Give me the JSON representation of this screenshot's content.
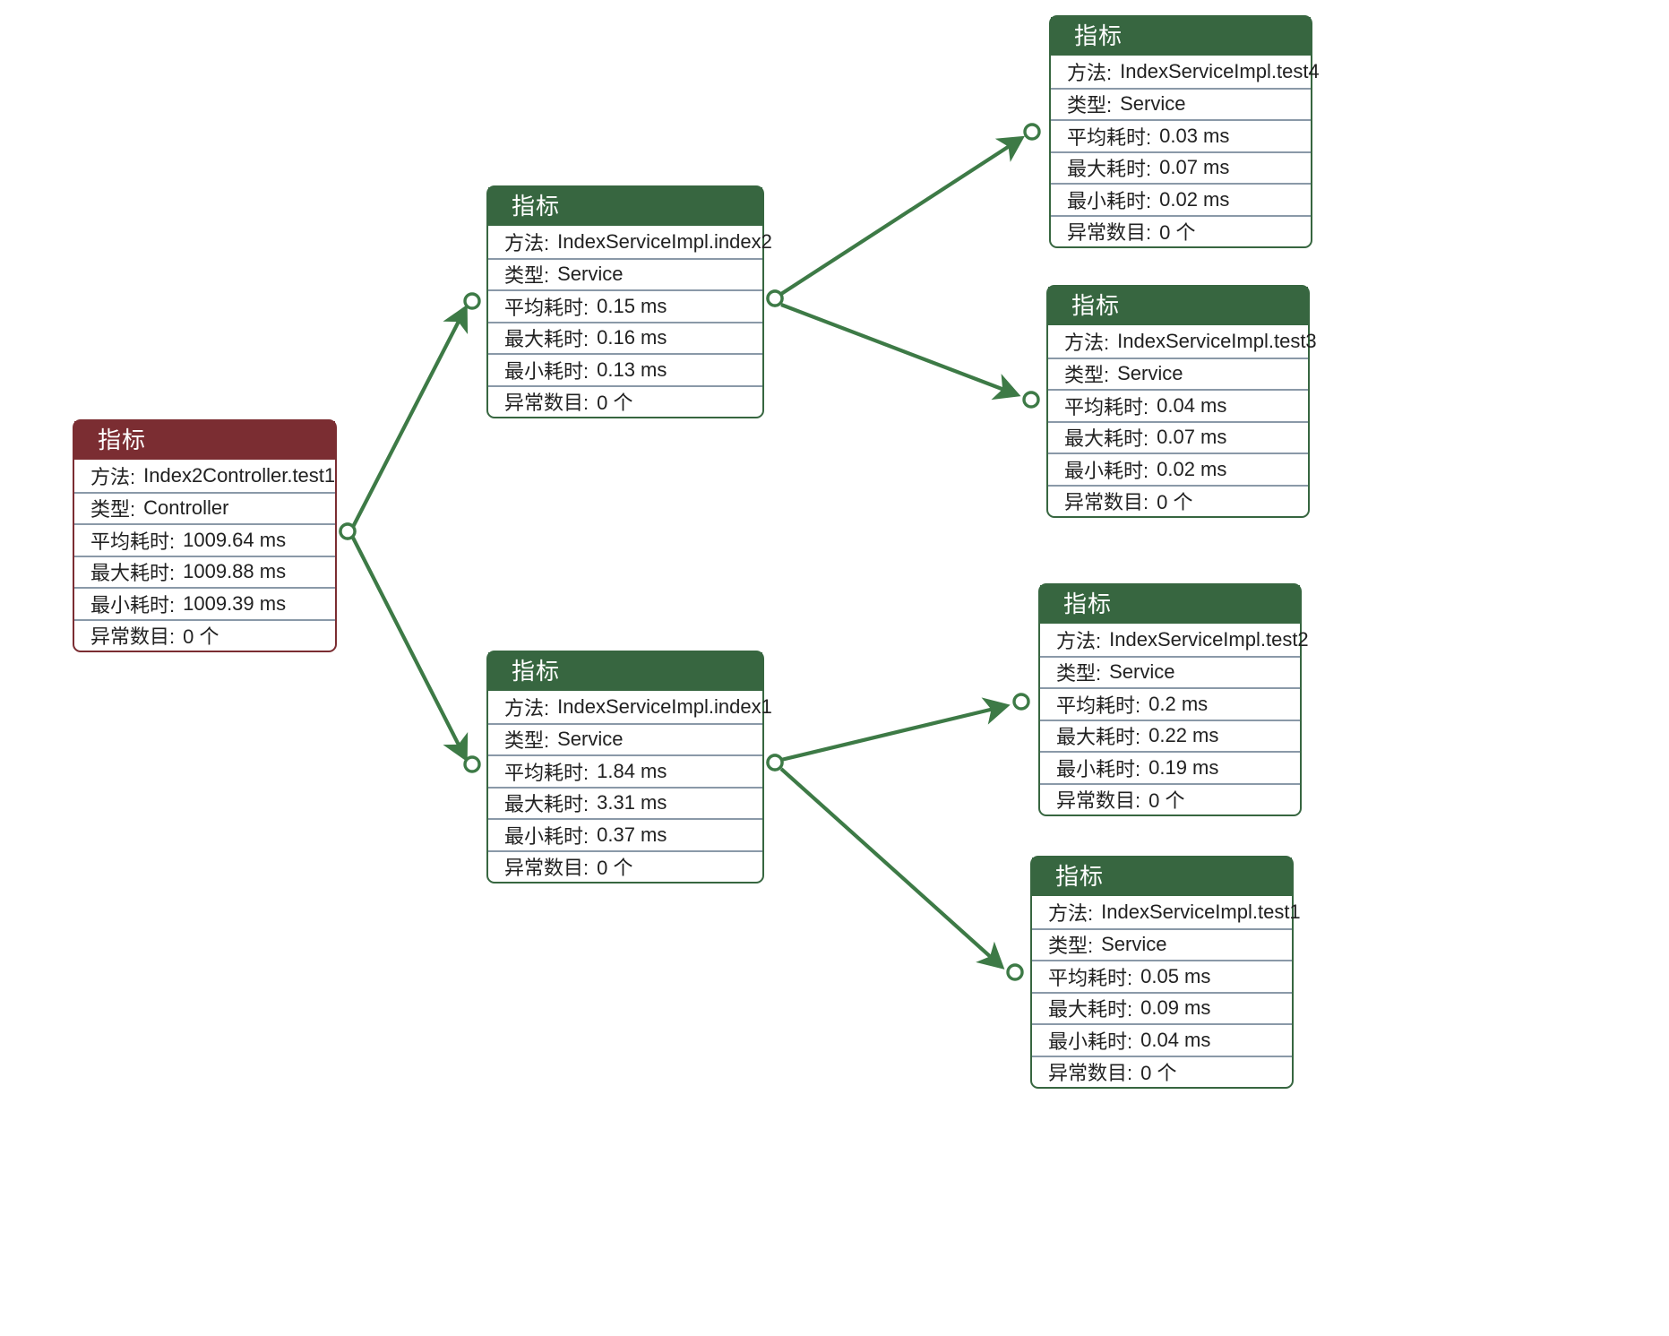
{
  "diagram": {
    "title_label": "指标",
    "field_labels": {
      "method": "方法:",
      "type": "类型:",
      "avg": "平均耗时:",
      "max": "最大耗时:",
      "min": "最小耗时:",
      "errors": "异常数目:"
    },
    "colors": {
      "controller_header": "#7B2D32",
      "service_header": "#376640",
      "edge": "#3d7a46",
      "row_divider": "#8a99a8",
      "background": "#ffffff",
      "text": "#212121"
    },
    "nodes": [
      {
        "id": "root",
        "kind": "controller",
        "title": "指标",
        "method": "Index2Controller.test1",
        "type": "Controller",
        "avg": "1009.64 ms",
        "max": "1009.88 ms",
        "min": "1009.39 ms",
        "errors": "0 个"
      },
      {
        "id": "index2",
        "kind": "service",
        "title": "指标",
        "method": "IndexServiceImpl.index2",
        "type": "Service",
        "avg": "0.15 ms",
        "max": "0.16 ms",
        "min": "0.13 ms",
        "errors": "0 个"
      },
      {
        "id": "index1",
        "kind": "service",
        "title": "指标",
        "method": "IndexServiceImpl.index1",
        "type": "Service",
        "avg": "1.84 ms",
        "max": "3.31 ms",
        "min": "0.37 ms",
        "errors": "0 个"
      },
      {
        "id": "test4",
        "kind": "service",
        "title": "指标",
        "method": "IndexServiceImpl.test4",
        "type": "Service",
        "avg": "0.03 ms",
        "max": "0.07 ms",
        "min": "0.02 ms",
        "errors": "0 个"
      },
      {
        "id": "test3",
        "kind": "service",
        "title": "指标",
        "method": "IndexServiceImpl.test3",
        "type": "Service",
        "avg": "0.04 ms",
        "max": "0.07 ms",
        "min": "0.02 ms",
        "errors": "0 个"
      },
      {
        "id": "test2",
        "kind": "service",
        "title": "指标",
        "method": "IndexServiceImpl.test2",
        "type": "Service",
        "avg": "0.2 ms",
        "max": "0.22 ms",
        "min": "0.19 ms",
        "errors": "0 个"
      },
      {
        "id": "test1",
        "kind": "service",
        "title": "指标",
        "method": "IndexServiceImpl.test1",
        "type": "Service",
        "avg": "0.05 ms",
        "max": "0.09 ms",
        "min": "0.04 ms",
        "errors": "0 个"
      }
    ],
    "edges": [
      {
        "from": "root",
        "to": "index2"
      },
      {
        "from": "root",
        "to": "index1"
      },
      {
        "from": "index2",
        "to": "test4"
      },
      {
        "from": "index2",
        "to": "test3"
      },
      {
        "from": "index1",
        "to": "test2"
      },
      {
        "from": "index1",
        "to": "test1"
      }
    ]
  }
}
